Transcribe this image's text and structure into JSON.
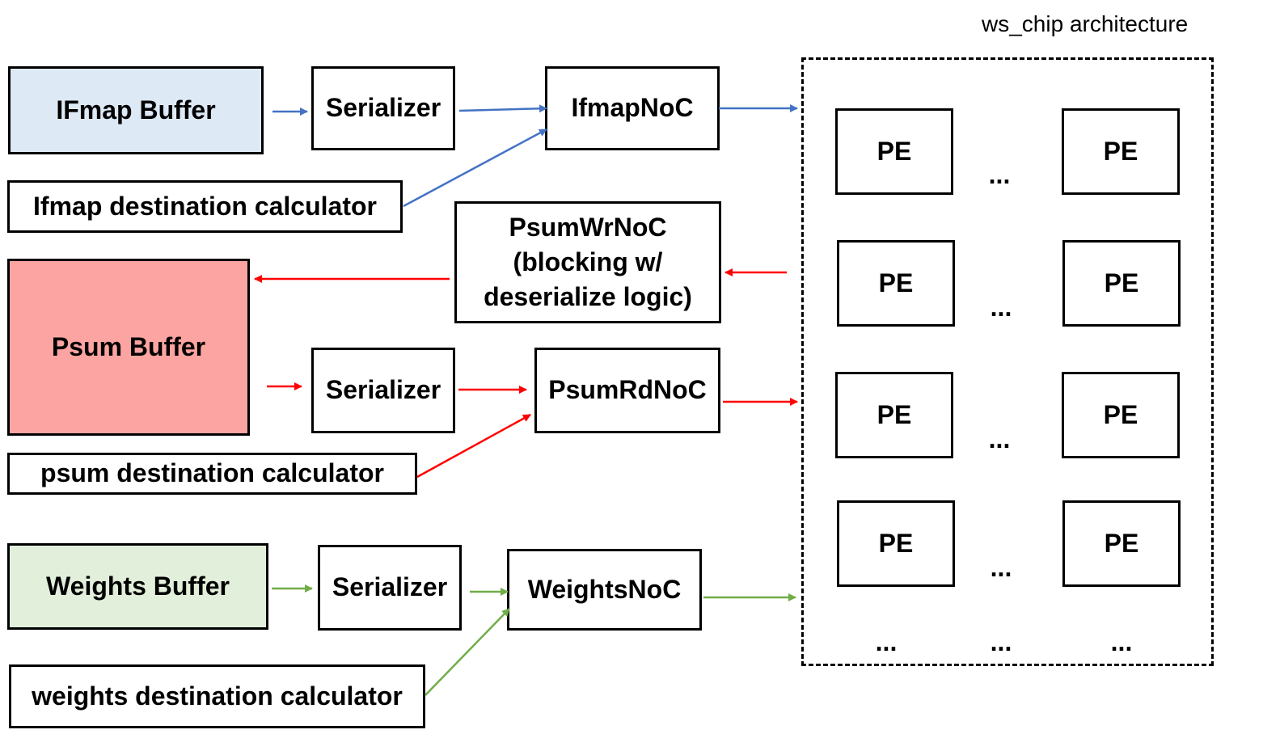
{
  "title": "ws_chip architecture",
  "colors": {
    "ifmap": "#4472c4",
    "psum": "#ff0000",
    "weights": "#70ad47",
    "ifmap_fill": "#dee9f6",
    "psum_fill": "#fca4a1",
    "weights_fill": "#e2efda"
  },
  "blocks": {
    "ifmap_buffer": "IFmap Buffer",
    "ifmap_serializer": "Serializer",
    "ifmap_noc": "IfmapNoC",
    "ifmap_dest_calc": "Ifmap destination calculator",
    "psum_wr_noc_line1": "PsumWrNoC",
    "psum_wr_noc_line2": "(blocking w/",
    "psum_wr_noc_line3": "deserialize logic)",
    "psum_buffer": "Psum Buffer",
    "psum_serializer": "Serializer",
    "psum_rd_noc": "PsumRdNoC",
    "psum_dest_calc": "psum destination calculator",
    "weights_buffer": "Weights Buffer",
    "weights_serializer": "Serializer",
    "weights_noc": "WeightsNoC",
    "weights_dest_calc": "weights destination calculator"
  },
  "pe_array": {
    "pe_label": "PE",
    "ellipsis": "..."
  }
}
